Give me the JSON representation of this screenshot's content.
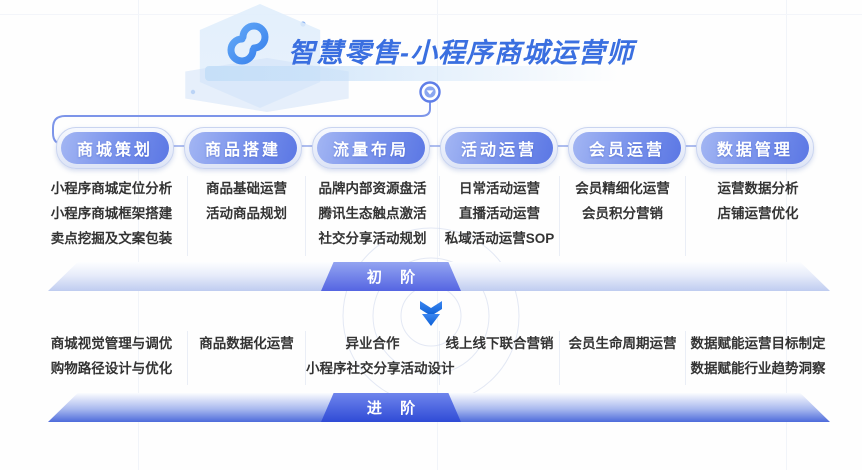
{
  "header": {
    "title": "智慧零售-小程序商城运营师"
  },
  "stages": {
    "basic": {
      "label": "初 阶"
    },
    "advanced": {
      "label": "进 阶"
    }
  },
  "categories": [
    {
      "label": "商城策划",
      "basic": [
        "小程序商城定位分析",
        "小程序商城框架搭建",
        "卖点挖掘及文案包装"
      ],
      "advanced": [
        "商城视觉管理与调优",
        "购物路径设计与优化"
      ]
    },
    {
      "label": "商品搭建",
      "basic": [
        "商品基础运营",
        "活动商品规划"
      ],
      "advanced": [
        "商品数据化运营"
      ]
    },
    {
      "label": "流量布局",
      "basic": [
        "品牌内部资源盘活",
        "腾讯生态触点激活",
        "社交分享活动规划"
      ],
      "advanced": [
        "异业合作",
        "小程序社交分享活动设计"
      ]
    },
    {
      "label": "活动运营",
      "basic": [
        "日常活动运营",
        "直播活动运营",
        "私域活动运营SOP"
      ],
      "advanced": [
        "线上线下联合营销"
      ]
    },
    {
      "label": "会员运营",
      "basic": [
        "会员精细化运营",
        "会员积分营销"
      ],
      "advanced": [
        "会员生命周期运营"
      ]
    },
    {
      "label": "数据管理",
      "basic": [
        "运营数据分析",
        "店铺运营优化"
      ],
      "advanced": [
        "数据赋能运营目标制定",
        "数据赋能行业趋势洞察"
      ]
    }
  ],
  "icons": {
    "logo": "mini-program-logo-icon",
    "connector": "chevron-down-circle-icon",
    "stage_arrow": "double-arrow-down-icon"
  },
  "colors": {
    "title_blue": "#3a6fe0",
    "pill_gradient_start": "#a3b6f3",
    "pill_gradient_end": "#5b77e4",
    "basic_band_bottom": "#bfccf0",
    "advanced_band_bottom": "#4d6bdb",
    "arrow_blue": "#1a73e8",
    "item_text": "#333333"
  }
}
